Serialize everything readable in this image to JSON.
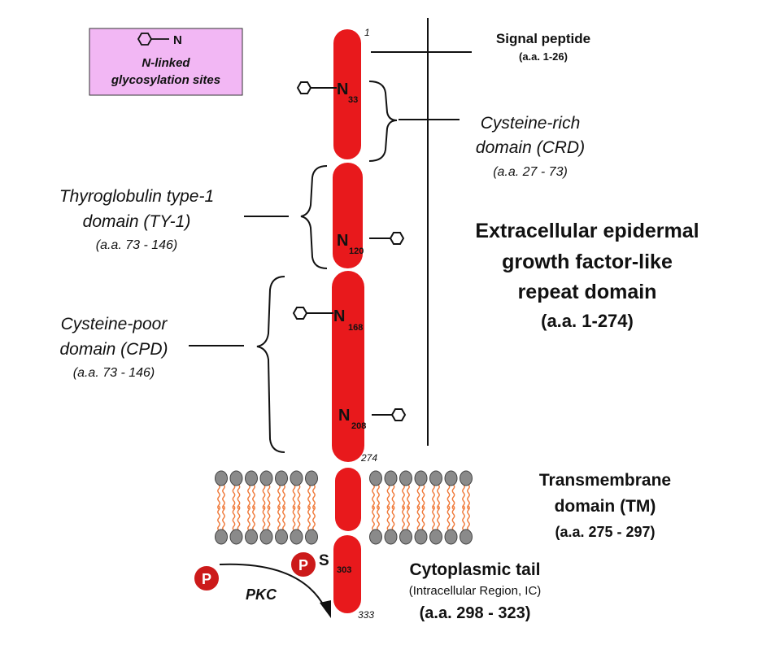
{
  "legend": {
    "glyph": "N",
    "line1": "N-linked",
    "line2": "glycosylation sites"
  },
  "residues": {
    "start": "1",
    "end_extracellular": "274",
    "end": "333"
  },
  "sites": [
    {
      "letter": "N",
      "number": "33"
    },
    {
      "letter": "N",
      "number": "120"
    },
    {
      "letter": "N",
      "number": "168"
    },
    {
      "letter": "N",
      "number": "208"
    },
    {
      "letter": "S",
      "number": "303"
    }
  ],
  "phospho_letter": "P",
  "kinase": "PKC",
  "domains": {
    "signal": {
      "name": "Signal peptide",
      "range": "(a.a. 1-26)"
    },
    "crd": {
      "line1": "Cysteine-rich",
      "line2": "domain (CRD)",
      "range": "(a.a. 27 - 73)"
    },
    "ty1": {
      "line1": "Thyroglobulin type-1",
      "line2": "domain (TY-1)",
      "range": "(a.a. 73 - 146)"
    },
    "cpd": {
      "line1": "Cysteine-poor",
      "line2": "domain (CPD)",
      "range": "(a.a. 73 - 146)"
    },
    "egf": {
      "line1": "Extracellular epidermal",
      "line2": "growth factor-like",
      "line3": "repeat domain",
      "range": "(a.a. 1-274)"
    },
    "tm": {
      "line1": "Transmembrane",
      "line2": "domain (TM)",
      "range": "(a.a. 275 - 297)"
    },
    "tail": {
      "line1": "Cytoplasmic tail",
      "line2": "(Intracellular Region, IC)",
      "range": "(a.a. 298 - 323)"
    }
  },
  "colors": {
    "protein": "#e8191c",
    "legend_fill": "#f2b7f4",
    "lipid_head": "#8a8a8a",
    "lipid_tail": "#f07a3a",
    "phospho": "#cc1a1a"
  }
}
